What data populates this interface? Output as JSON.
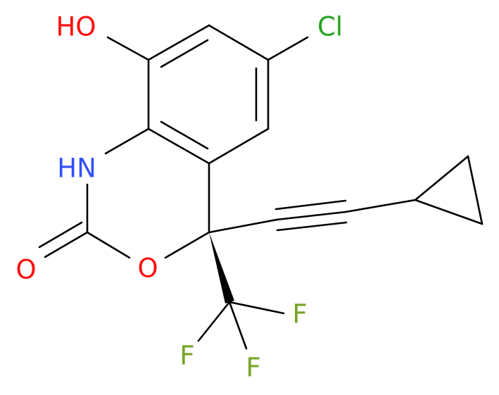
{
  "molecule": {
    "atoms": [
      {
        "id": "OH",
        "label": "HO",
        "color": "#ff0d0d"
      },
      {
        "id": "Cl",
        "label": "Cl",
        "color": "#1fa51f"
      },
      {
        "id": "NH",
        "label": "HN",
        "color": "#3050f8"
      },
      {
        "id": "O_carbonyl",
        "label": "O",
        "color": "#ff0d0d"
      },
      {
        "id": "O_ring",
        "label": "O",
        "color": "#ff0d0d"
      },
      {
        "id": "F1",
        "label": "F",
        "color": "#75a524"
      },
      {
        "id": "F2",
        "label": "F",
        "color": "#75a524"
      },
      {
        "id": "F3",
        "label": "F",
        "color": "#75a524"
      }
    ]
  }
}
